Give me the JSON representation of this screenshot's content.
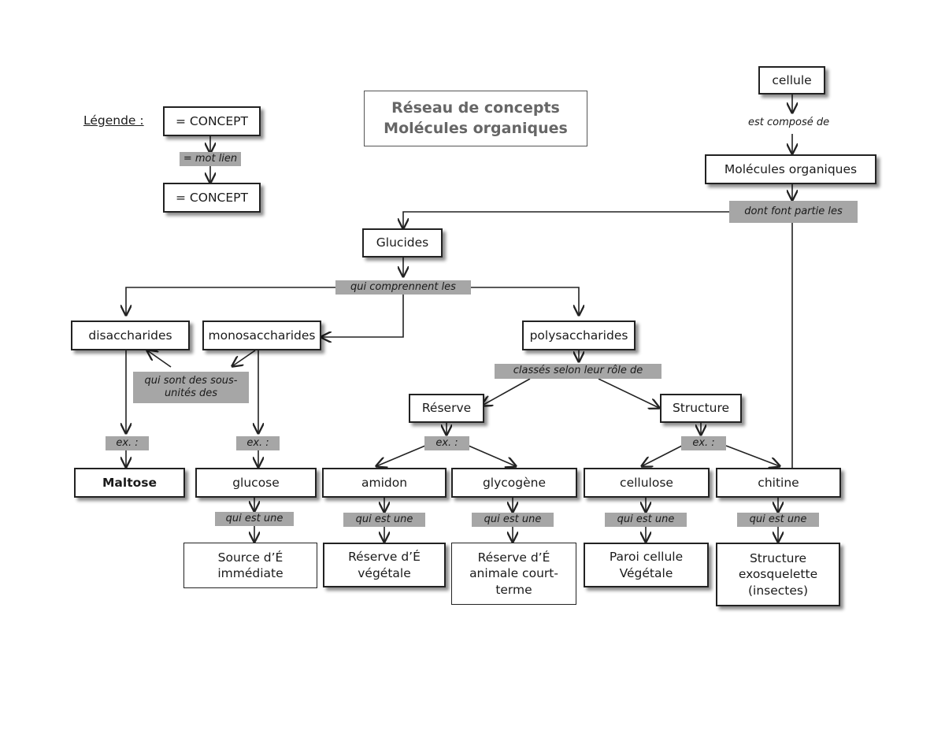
{
  "title": {
    "line1": "Réseau de concepts",
    "line2": "Molécules organiques"
  },
  "legend": {
    "label": "Légende :",
    "concept": "= CONCEPT",
    "link": "= mot lien"
  },
  "nodes": {
    "cellule": "cellule",
    "molecules": "Molécules organiques",
    "glucides": "Glucides",
    "disaccharides": "disaccharides",
    "monosaccharides": "monosaccharides",
    "polysaccharides": "polysaccharides",
    "reserve": "Réserve",
    "structure": "Structure",
    "maltose": "Maltose",
    "glucose": "glucose",
    "amidon": "amidon",
    "glycogene": "glycogène",
    "cellulose": "cellulose",
    "chitine": "chitine",
    "source": "Source d’É immédiate",
    "reserve_veg": "Réserve d’É végétale",
    "reserve_anim": "Réserve d’É animale court-terme",
    "paroi": "Paroi cellule Végétale",
    "exo": "Structure exosquelette (insectes)"
  },
  "links": {
    "est_compose": "est composé de",
    "dont_font": "dont font partie les",
    "qui_comprennent": "qui comprennent les",
    "qui_sont": "qui sont des sous-unités des",
    "classes": "classés selon leur rôle de",
    "ex": "ex. :",
    "qui_est_une": "qui est une"
  }
}
